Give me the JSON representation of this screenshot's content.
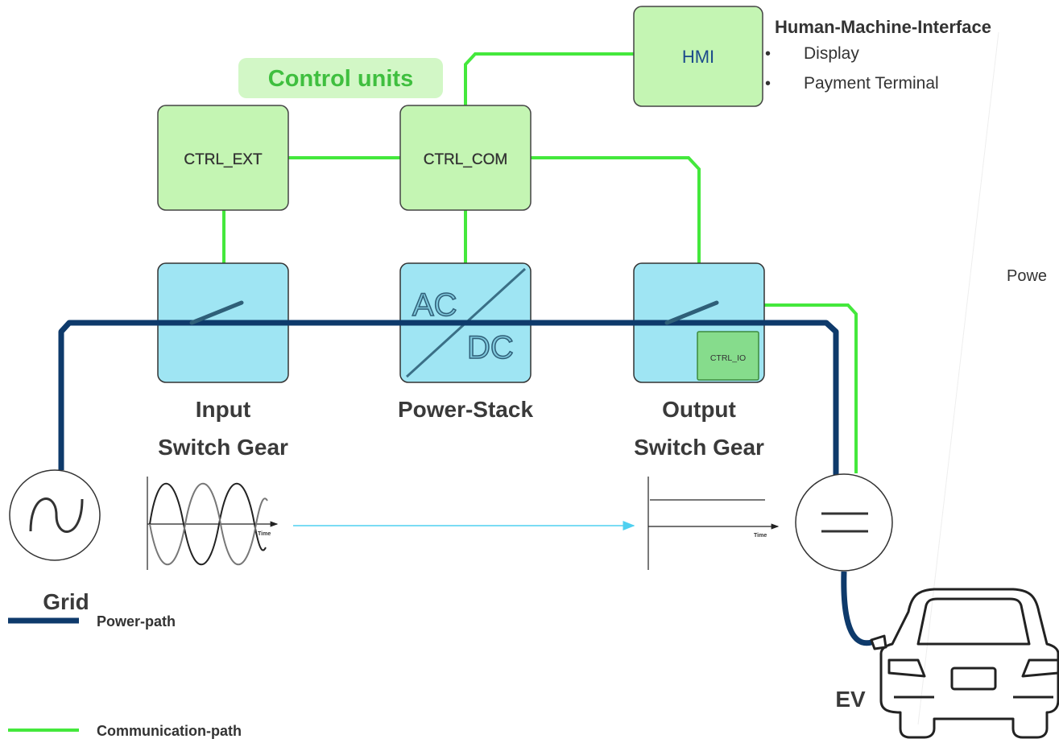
{
  "hmi_panel": {
    "title": "Human-Machine-Interface",
    "items": [
      "Display",
      "Payment Terminal"
    ]
  },
  "control_units_label": "Control units",
  "boxes": {
    "hmi": "HMI",
    "ctrl_ext": "CTRL_EXT",
    "ctrl_com": "CTRL_COM",
    "ctrl_io": "CTRL_IO"
  },
  "power_stack": {
    "ac": "AC",
    "dc": "DC"
  },
  "components": {
    "input": [
      "Input",
      "Switch Gear"
    ],
    "power_stack": "Power-Stack",
    "output": [
      "Output",
      "Switch Gear"
    ]
  },
  "grid_label": "Grid",
  "ev_label": "EV",
  "truncated_label": "Powe",
  "waveform_axis_label": "Time",
  "legend": {
    "power_path": "Power-path",
    "communication_path": "Communication-path"
  },
  "colors": {
    "power_path": "#0e3a6b",
    "communication_path": "#44e83c",
    "control_box_fill": "#c4f5b3",
    "switch_box_fill": "#9fe5f3",
    "control_units_bg": "#d2f7c6",
    "flow_arrow": "#4fd0f0"
  }
}
